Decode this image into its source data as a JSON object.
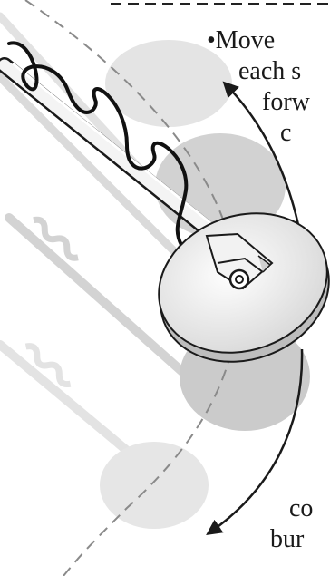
{
  "caption": {
    "line1": "•Move",
    "line2": "each s",
    "line3": "forw",
    "line4": "c",
    "line5": "co",
    "line6": "bur"
  },
  "colors": {
    "ghost_light": "#e2e2e2",
    "ghost_dark": "#c9c9c9",
    "coil": "#e6e6e6",
    "outline": "#1a1a1a"
  }
}
